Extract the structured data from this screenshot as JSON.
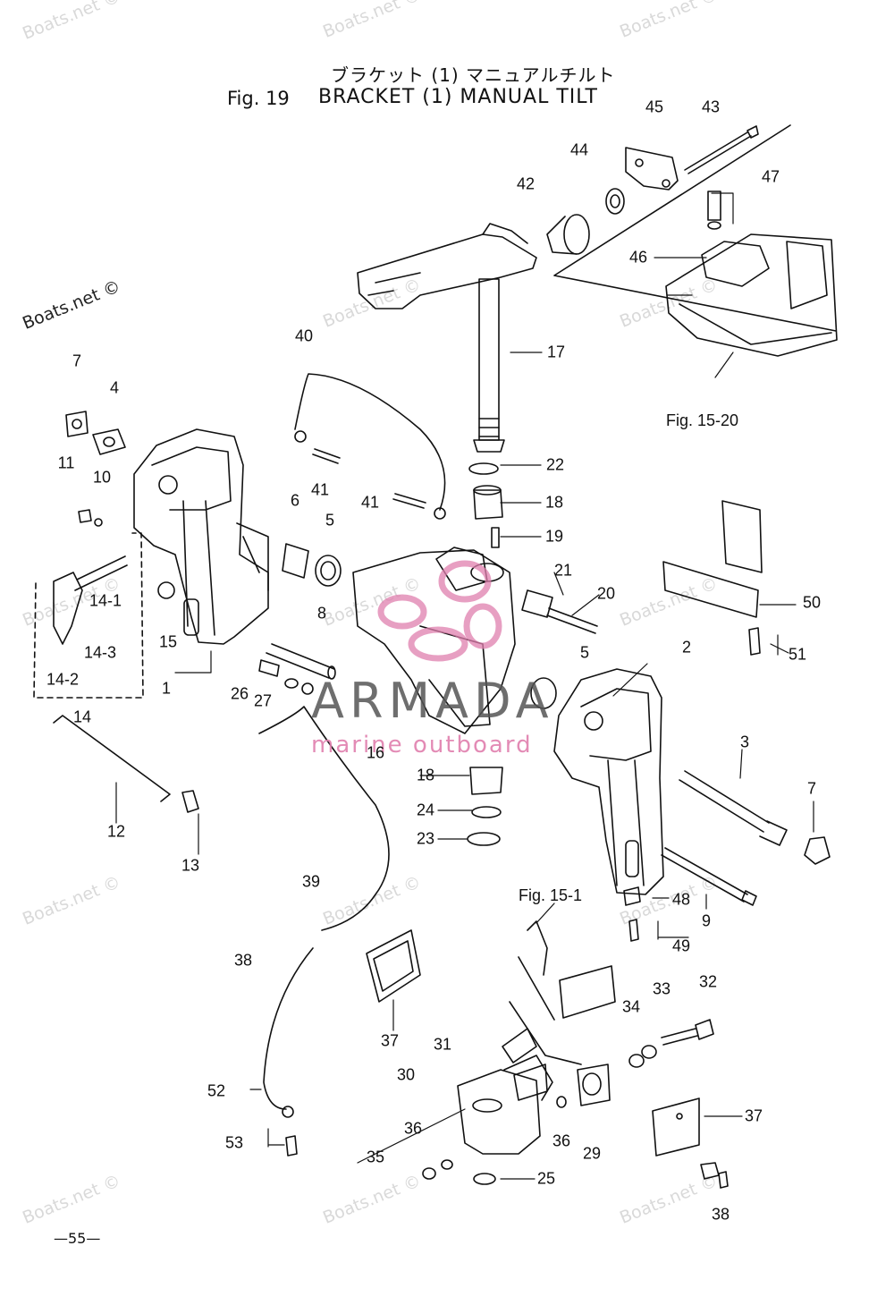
{
  "title": {
    "japanese": "ブラケット (1) マニュアルチルト",
    "figure_number": "Fig. 19",
    "english": "BRACKET (1) MANUAL TILT"
  },
  "references": {
    "fig_15_20": "Fig. 15-20",
    "fig_15_1": "Fig. 15-1"
  },
  "part_numbers": [
    "1",
    "2",
    "3",
    "4",
    "5",
    "5",
    "6",
    "7",
    "7",
    "8",
    "9",
    "10",
    "11",
    "12",
    "13",
    "14",
    "14-1",
    "14-2",
    "14-3",
    "15",
    "16",
    "17",
    "18",
    "18",
    "19",
    "20",
    "21",
    "22",
    "23",
    "24",
    "25",
    "26",
    "27",
    "29",
    "30",
    "31",
    "32",
    "33",
    "34",
    "35",
    "36",
    "36",
    "37",
    "37",
    "38",
    "38",
    "39",
    "40",
    "41",
    "41",
    "42",
    "43",
    "44",
    "45",
    "46",
    "47",
    "48",
    "49",
    "50",
    "51",
    "52",
    "53"
  ],
  "watermark": "Boats.net ©",
  "brand": {
    "name": "ARMADA",
    "tagline": "marine outboard",
    "accent_color": "#e07fae"
  },
  "page_number": "—55—"
}
